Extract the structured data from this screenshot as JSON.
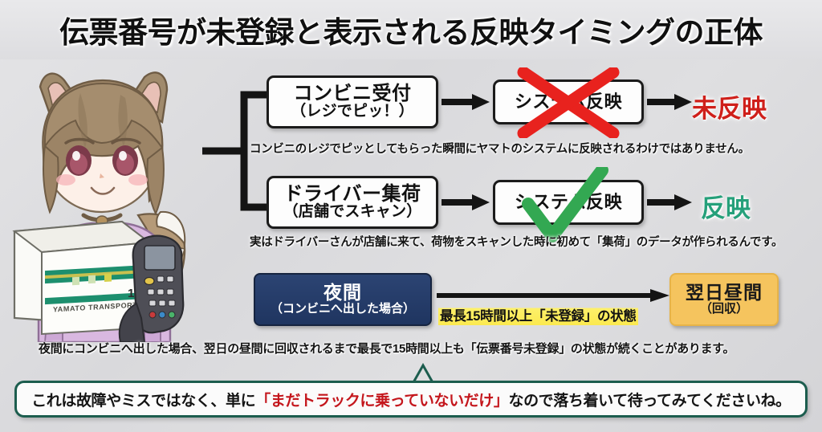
{
  "title": "伝票番号が未登録と表示される反映タイミングの正体",
  "colors": {
    "background": "#dcdcdf",
    "title_text": "#101010",
    "box_border": "#1b1b1b",
    "box_fill": "#fdfdfd",
    "red_accent": "#cf1f1a",
    "red_cross": "#e8221e",
    "green_accent": "#25a07a",
    "green_check": "#33a852",
    "navy_box": "#25395f",
    "orange_box": "#f5c45e",
    "yellow_highlight": "#fdf06a",
    "final_box_border": "#1c5d4e"
  },
  "character": {
    "name": "cat-girl-delivery-illustration",
    "hair_color": "#9c8466",
    "hoodie_color": "#d9b8e0",
    "box_label": "YAMATO TRANSPORT CO.,LTD.",
    "box_number": "12",
    "scanner": "handheld-barcode-scanner"
  },
  "flow": {
    "row1": {
      "step1_line1": "コンビニ受付",
      "step1_line2": "（レジでピッ！）",
      "step2": "システム反映",
      "step2_mark": "red-cross-icon",
      "result": "未反映",
      "caption": "コンビニのレジでピッとしてもらった瞬間にヤマトのシステムに反映されるわけではありません。"
    },
    "row2": {
      "step1_line1": "ドライバー集荷",
      "step1_line2": "（店舗でスキャン）",
      "step2": "システム反映",
      "step2_mark": "green-check-icon",
      "result": "反映",
      "caption": "実はドライバーさんが店舗に来て、荷物をスキャンした時に初めて「集荷」のデータが作られるんです。"
    }
  },
  "timeline": {
    "start_line1": "夜間",
    "start_line2": "（コンビニへ出した場合）",
    "duration_label": "最長15時間以上「未登録」の状態",
    "end_line1": "翌日昼間",
    "end_line2": "（回収）",
    "caption": "夜間にコンビニへ出した場合、翌日の昼間に回収されるまで最長で15時間以上も「伝票番号未登録」の状態が続くことがあります。"
  },
  "conclusion": {
    "prefix": "これは故障やミスではなく、単に",
    "highlight": "「まだトラックに乗っていないだけ」",
    "suffix": "なので落ち着いて待ってみてくださいね。"
  }
}
